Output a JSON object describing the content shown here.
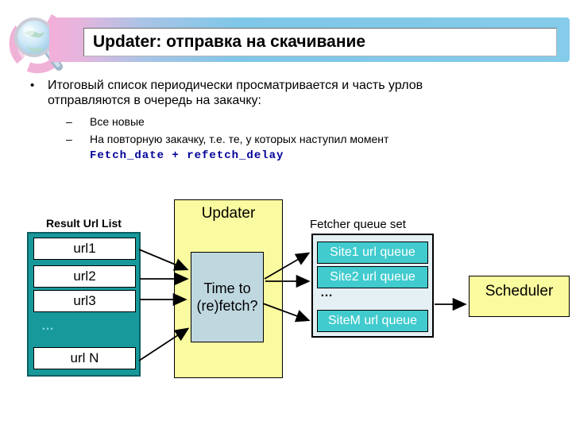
{
  "slide": {
    "title": "Updater: отправка на скачивание",
    "bullet_char": "•",
    "dash_char": "–",
    "bullet": "Итоговый список периодически просматривается и часть урлов отправляются в очередь на закачку:",
    "sub_bullets": [
      "Все новые",
      "На повторную закачку, т.е. те, у которых наступил момент"
    ],
    "code_line": "Fetch_date + refetch_delay"
  },
  "diagram": {
    "result_list": {
      "label": "Result Url List",
      "urls": [
        "url1",
        "url2",
        "url3",
        "url N"
      ],
      "ellipsis": "…"
    },
    "updater": {
      "label": "Updater",
      "decision": "Time to (re)fetch?"
    },
    "fetcher": {
      "label": "Fetcher queue set",
      "queues": [
        "Site1 url queue",
        "Site2 url queue",
        "SiteM url queue"
      ],
      "ellipsis": "…"
    },
    "scheduler": {
      "label": "Scheduler"
    }
  },
  "colors": {
    "title_pink": "#f2afd9",
    "title_blue": "#7fc7e8",
    "list_teal": "#17999b",
    "queue_teal": "#41cbce",
    "queue_panel": "#e4f0f4",
    "process_yellow": "#fafaa0",
    "decision_blue": "#bfd8e0",
    "code_navy": "#000099",
    "arrow_black": "#000000"
  }
}
